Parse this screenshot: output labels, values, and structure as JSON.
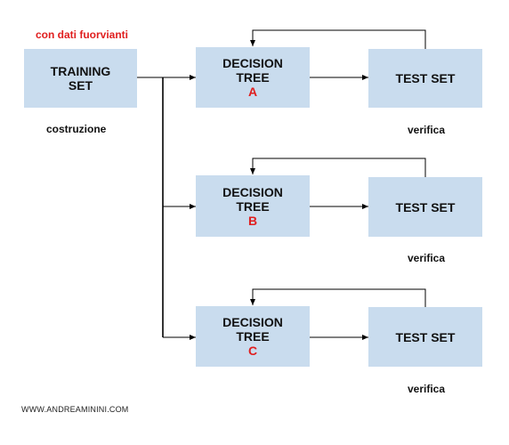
{
  "note": "con dati fuorvianti",
  "training": {
    "line1": "TRAINING",
    "line2": "SET",
    "caption": "costruzione"
  },
  "trees": [
    {
      "line1": "DECISION",
      "line2": "TREE",
      "letter": "A",
      "test": "TEST SET",
      "caption": "verifica"
    },
    {
      "line1": "DECISION",
      "line2": "TREE",
      "letter": "B",
      "test": "TEST SET",
      "caption": "verifica"
    },
    {
      "line1": "DECISION",
      "line2": "TREE",
      "letter": "C",
      "test": "TEST SET",
      "caption": "verifica"
    }
  ],
  "watermark": "WWW.ANDREAMININI.COM",
  "colors": {
    "box": "#c9dcee",
    "accent": "#e01e1e",
    "line": "#000000"
  }
}
